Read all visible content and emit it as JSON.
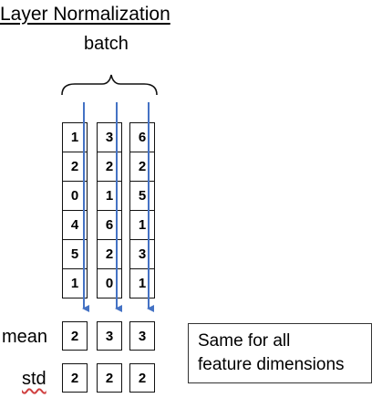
{
  "title": "Layer Normalization",
  "batch_label": "batch",
  "columns": [
    [
      "1",
      "2",
      "0",
      "4",
      "5",
      "1"
    ],
    [
      "3",
      "2",
      "1",
      "6",
      "2",
      "0"
    ],
    [
      "6",
      "2",
      "5",
      "1",
      "3",
      "1"
    ]
  ],
  "mean_label": "mean",
  "mean_values": [
    "2",
    "3",
    "3"
  ],
  "std_label": "std",
  "std_values": [
    "2",
    "2",
    "2"
  ],
  "note": {
    "line1": "Same for all",
    "line2": "feature dimensions"
  },
  "arrow_color": "#4472c4"
}
